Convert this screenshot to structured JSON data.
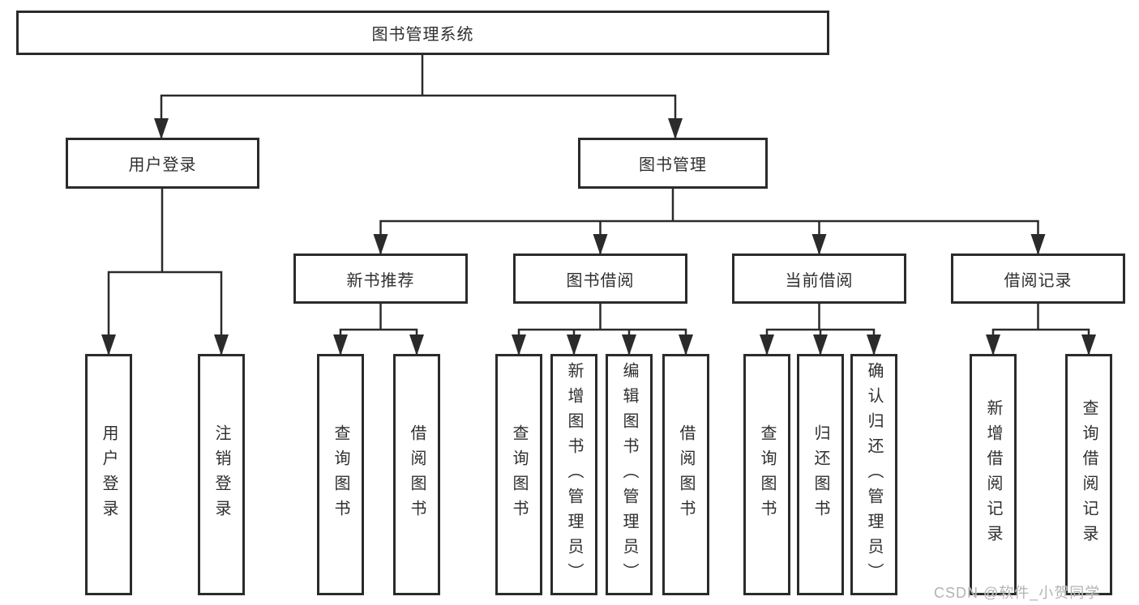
{
  "tree": {
    "root": {
      "label": "图书管理系统"
    },
    "branches": [
      {
        "label": "用户登录",
        "children": [
          {
            "label": "用户登录"
          },
          {
            "label": "注销登录"
          }
        ]
      },
      {
        "label": "图书管理",
        "children": [
          {
            "label": "新书推荐",
            "children": [
              {
                "label": "查询图书"
              },
              {
                "label": "借阅图书"
              }
            ]
          },
          {
            "label": "图书借阅",
            "children": [
              {
                "label": "查询图书"
              },
              {
                "label": "新增图书（管理员）"
              },
              {
                "label": "编辑图书（管理员）"
              },
              {
                "label": "借阅图书"
              }
            ]
          },
          {
            "label": "当前借阅",
            "children": [
              {
                "label": "查询图书"
              },
              {
                "label": "归还图书"
              },
              {
                "label": "确认归还（管理员）"
              }
            ]
          },
          {
            "label": "借阅记录",
            "children": [
              {
                "label": "新增借阅记录"
              },
              {
                "label": "查询借阅记录"
              }
            ]
          }
        ]
      }
    ]
  },
  "watermark": "CSDN @软件_小贺同学",
  "colors": {
    "background": "#ffffff",
    "line": "#2b2b2b",
    "text": "#2f2f2f",
    "watermark": "#b3b3b3"
  }
}
